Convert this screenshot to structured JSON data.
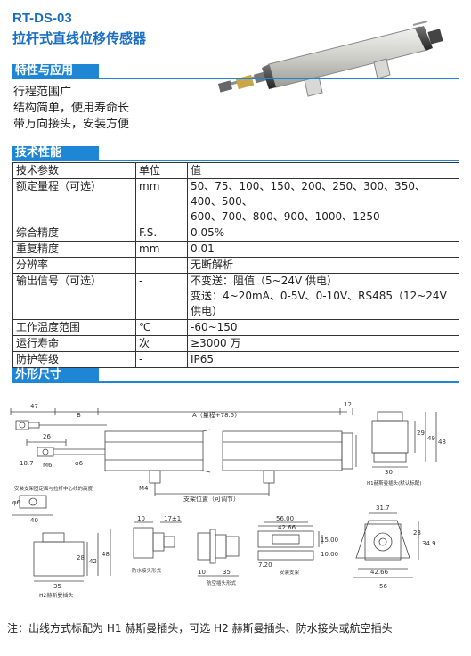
{
  "header": {
    "model": "RT-DS-03",
    "name": "拉杆式直线位移传感器"
  },
  "features": {
    "title": "特性与应用",
    "items": [
      "行程范围广",
      "结构简单，使用寿命长",
      "带万向接头，安装方便"
    ]
  },
  "specs": {
    "title": "技术性能",
    "columns": [
      "技术参数",
      "单位",
      "值"
    ],
    "rows": [
      {
        "param": "额定量程（可选）",
        "unit": "mm",
        "v1": "50、75、100、150、200、250、300、350、400、500、",
        "v2": "600、700、800、900、1000、1250"
      },
      {
        "param": "综合精度",
        "unit": "F.S.",
        "v1": "0.05%",
        "v2": ""
      },
      {
        "param": "重复精度",
        "unit": "mm",
        "v1": "0.01",
        "v2": ""
      },
      {
        "param": "分辨率",
        "unit": "",
        "v1": "无断解析",
        "v2": ""
      },
      {
        "param": "输出信号（可选）",
        "unit": "-",
        "v1": "不变送：阻值（5~24V 供电）",
        "v2": "变送：4~20mA、0-5V、0-10V、RS485（12~24V 供电）"
      },
      {
        "param": "工作温度范围",
        "unit": "℃",
        "v1": "-60~150",
        "v2": ""
      },
      {
        "param": "运行寿命",
        "unit": "次",
        "v1": "≥3000 万",
        "v2": ""
      },
      {
        "param": "防护等级",
        "unit": "-",
        "v1": "IP65",
        "v2": ""
      }
    ]
  },
  "dims": {
    "title": "外形尺寸",
    "labels": {
      "d47": "47",
      "dB": "B",
      "dA": "A（量程+78.5）",
      "d12": "12",
      "d26": "26",
      "dM6": "M6",
      "d187": "18.7",
      "dphi6": "φ6",
      "dM4": "M4",
      "dpos": "支架位置（可调节）",
      "dmount": "安装支架固定面与拉杆中心线的高度",
      "d29": "29",
      "d49": "49",
      "d48": "48",
      "d30": "30",
      "dH1": "H1赫斯曼插头(默认标配)",
      "dphi6b": "φ6",
      "d40": "40",
      "d28": "28",
      "d42": "42",
      "d48b": "48",
      "d35": "35",
      "dH2": "H2赫斯曼插头",
      "d10": "10",
      "d171": "17±1",
      "dwater": "防水接头形式",
      "d10b": "10",
      "d35b": "35",
      "daero": "航空插头形式",
      "d56": "56.00",
      "d4266": "42.66",
      "d15": "15.00",
      "d10c": "10.00",
      "d720": "7.20",
      "dbracket": "安装支架",
      "d317": "31.7",
      "d23": "23",
      "d349": "34.9",
      "d4266b": "42.66",
      "d56b": "56"
    }
  },
  "footnote": "注：出线方式标配为 H1 赫斯曼插头，可选 H2 赫斯曼插头、防水接头或航空插头"
}
